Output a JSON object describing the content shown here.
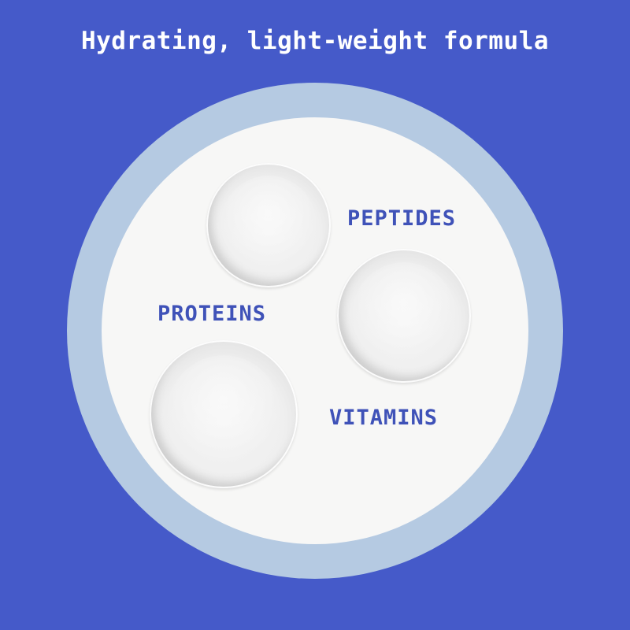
{
  "headline": "Hydrating, light-weight formula",
  "ingredients": {
    "peptides": "PEPTIDES",
    "proteins": "PROTEINS",
    "vitamins": "VITAMINS"
  },
  "colors": {
    "background": "#455AC9",
    "outer_ring": "#B5CAE2",
    "inner_disc": "#F7F7F6",
    "label_text": "#3F52B8",
    "headline_text": "#FFFFFF"
  }
}
